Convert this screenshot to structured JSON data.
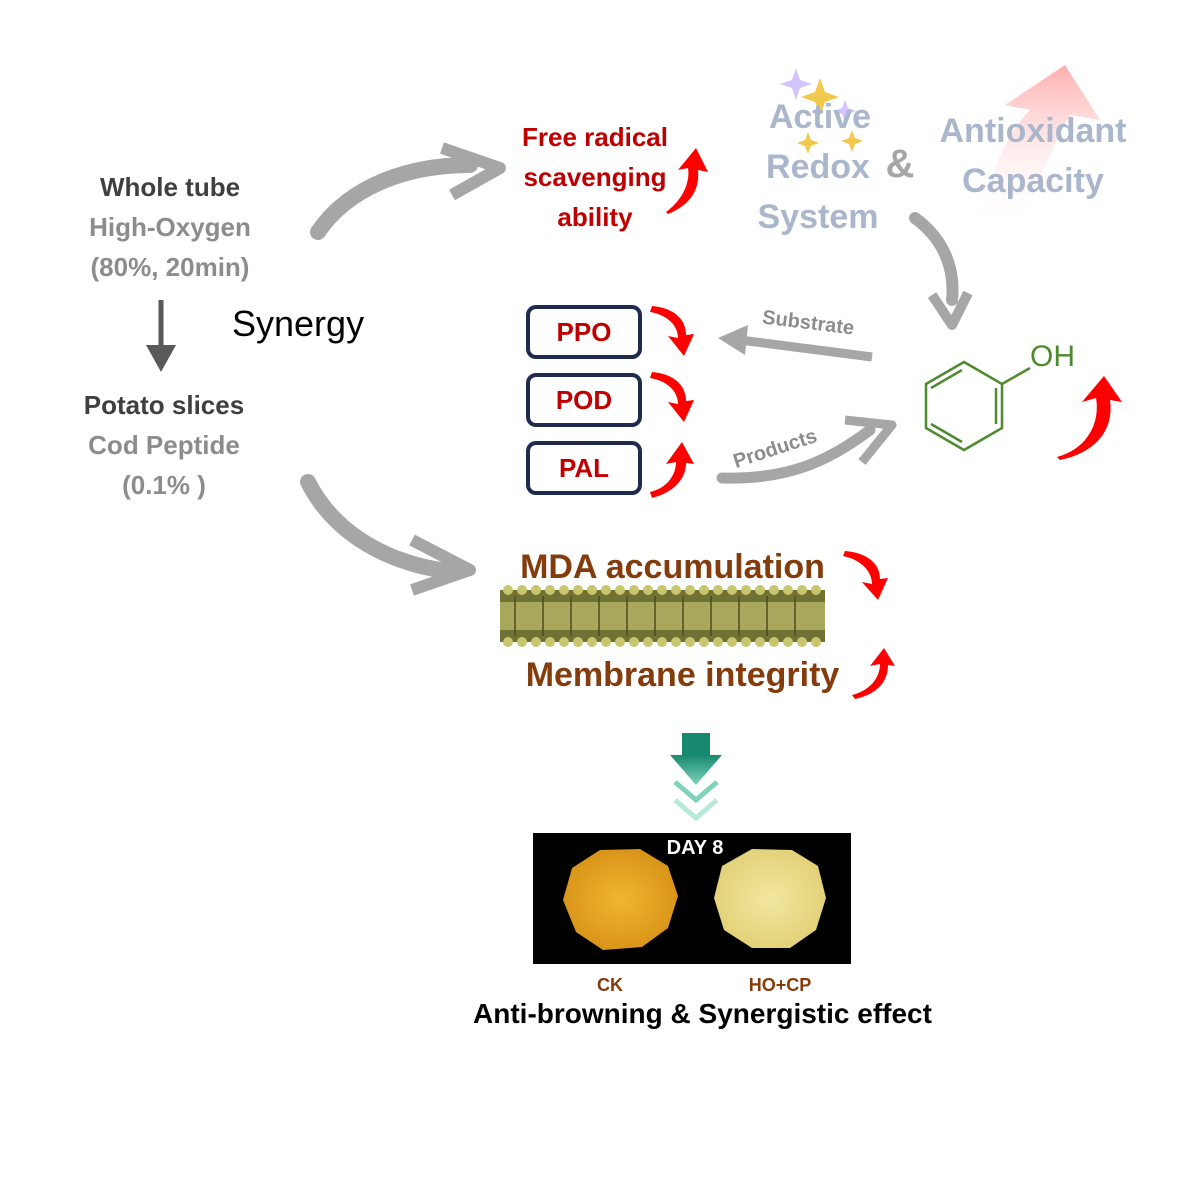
{
  "left": {
    "treatment1": {
      "title": "Whole tube",
      "line1": "High-Oxygen",
      "line2": "(80%, 20min)"
    },
    "treatment2": {
      "title": "Potato slices",
      "line1": "Cod Peptide",
      "line2": "(0.1% )"
    },
    "synergy": "Synergy"
  },
  "free_radical": {
    "line1": "Free radical",
    "line2": "scavenging",
    "line3": "ability"
  },
  "redox": {
    "line1": "Active",
    "line2": "Redox",
    "line3": "System",
    "ampersand": "&"
  },
  "antioxidant": {
    "line1": "Antioxidant",
    "line2": "Capacity"
  },
  "enzymes": [
    {
      "label": "PPO",
      "trend": "down"
    },
    {
      "label": "POD",
      "trend": "down"
    },
    {
      "label": "PAL",
      "trend": "up"
    }
  ],
  "arrows": {
    "substrate": "Substrate",
    "products": "Products"
  },
  "phenol": {
    "label": "OH"
  },
  "membrane": {
    "mda": "MDA accumulation",
    "integrity": "Membrane integrity"
  },
  "photo": {
    "day_label": "DAY 8",
    "left_label": "CK",
    "right_label": "HO+CP"
  },
  "conclusion": "Anti-browning & Synergistic effect",
  "colors": {
    "red": "#c00000",
    "arrow_red": "#ff0000",
    "navy": "#1f2a4e",
    "brown": "#843c0c",
    "phenol_green": "#4e8a2e",
    "faded_blue": "#a9b6cc",
    "gray_arrow": "#a6a6a6"
  }
}
